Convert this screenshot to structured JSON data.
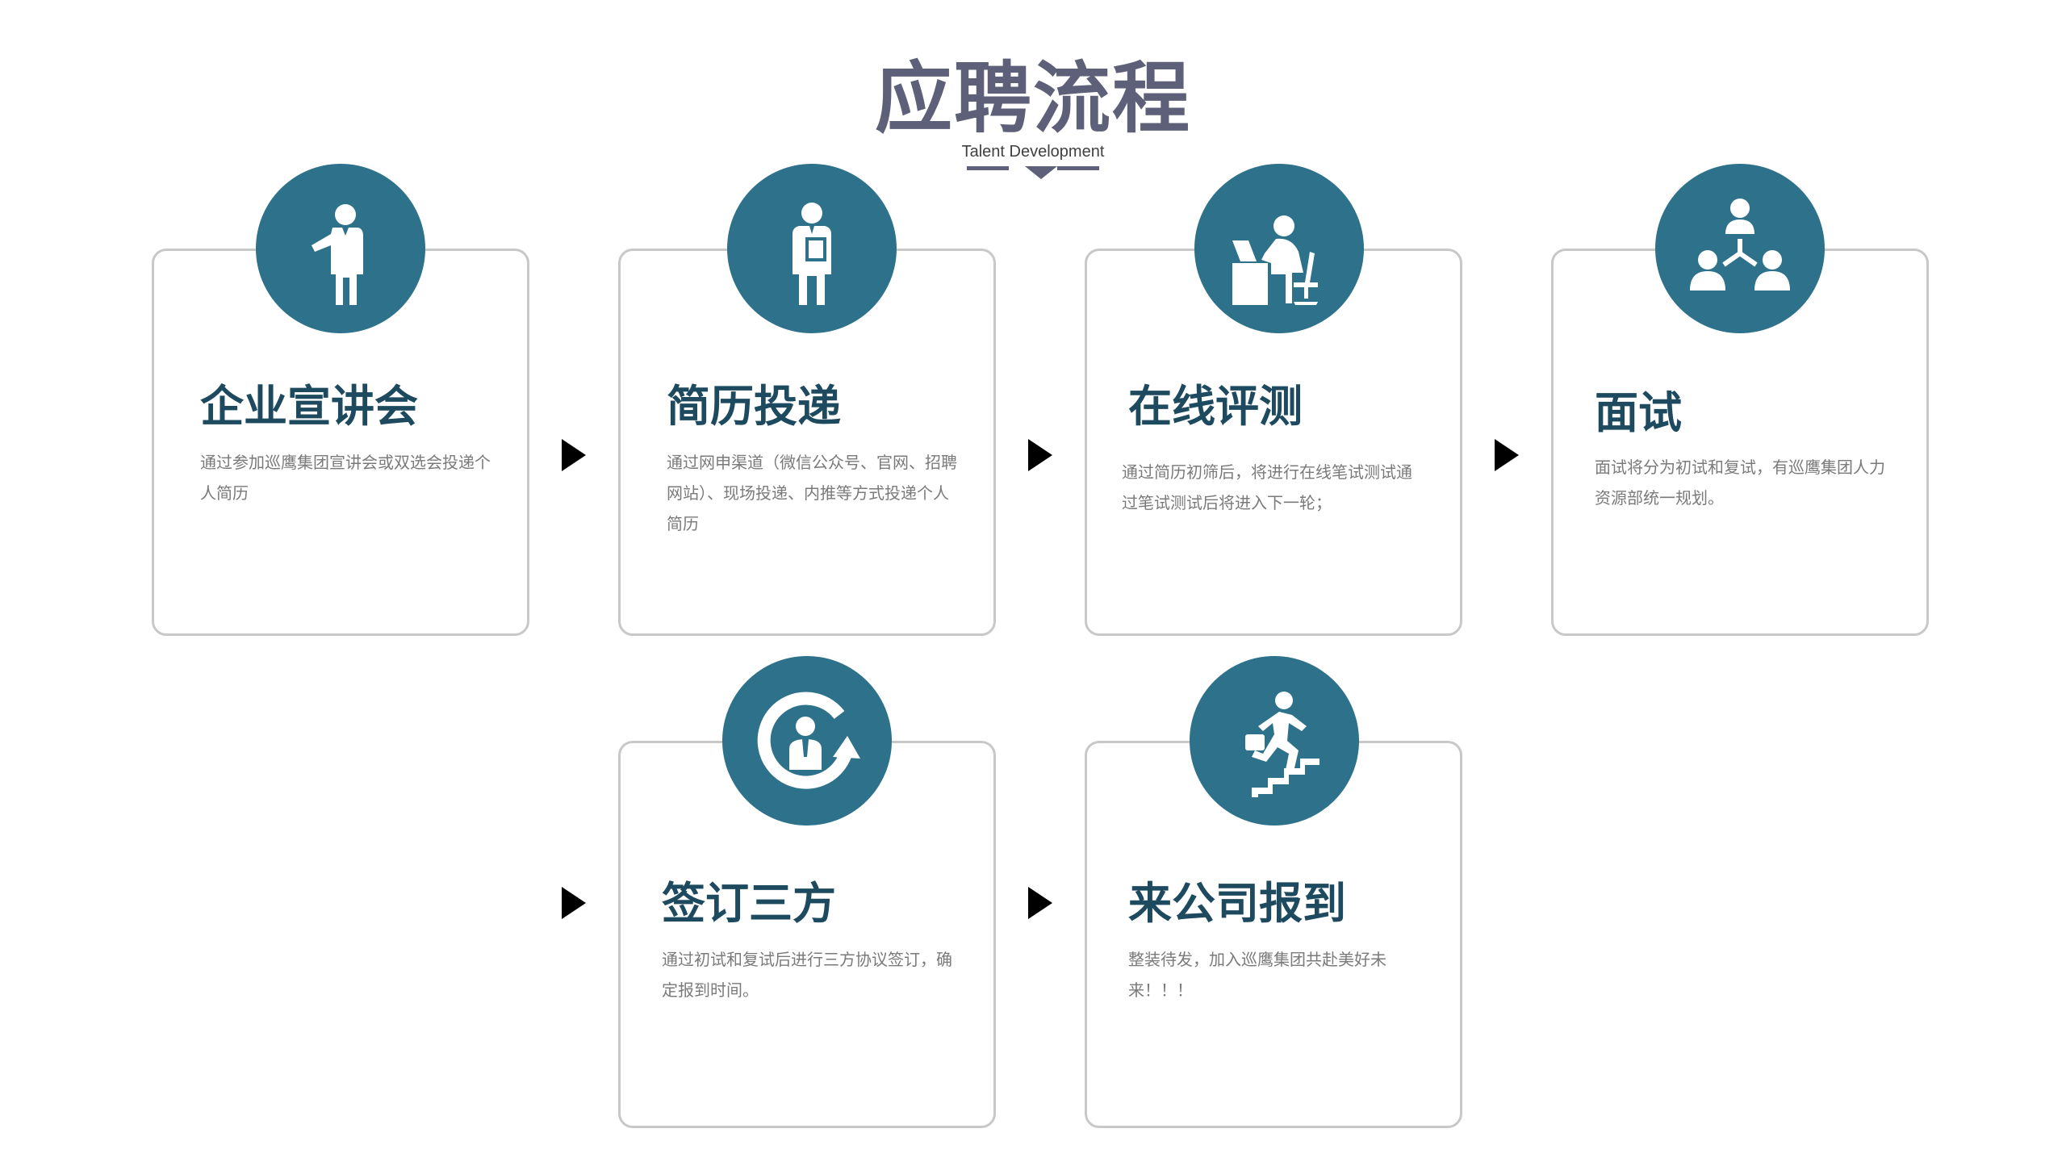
{
  "header": {
    "title": "应聘流程",
    "subtitle": "Talent Development"
  },
  "steps": [
    {
      "title": "企业宣讲会",
      "desc": "通过参加巡鹰集团宣讲会或双选会投递个人简历",
      "icon": "presenter-icon"
    },
    {
      "title": "简历投递",
      "desc": "通过网申渠道（微信公众号、官网、招聘网站）、现场投递、内推等方式投递个人简历",
      "icon": "person-with-resume-icon"
    },
    {
      "title": "在线评测",
      "desc": "通过简历初筛后，将进行在线笔试测试通过笔试测试后将进入下一轮；",
      "icon": "person-at-desk-icon"
    },
    {
      "title": "面试",
      "desc": "面试将分为初试和复试，有巡鹰集团人力资源部统一规划。",
      "icon": "team-hierarchy-icon"
    },
    {
      "title": "签订三方",
      "desc": "通过初试和复试后进行三方协议签订，确定报到时间。",
      "icon": "growth-cycle-icon"
    },
    {
      "title": "来公司报到",
      "desc": "整装待发，加入巡鹰集团共赴美好未来！！！",
      "icon": "person-climbing-stairs-icon"
    }
  ],
  "colors": {
    "title": "#5e6079",
    "circle": "#2e718b",
    "card_title": "#1d4a5e",
    "desc": "#7a7a7a",
    "border": "#c8c8c8"
  }
}
